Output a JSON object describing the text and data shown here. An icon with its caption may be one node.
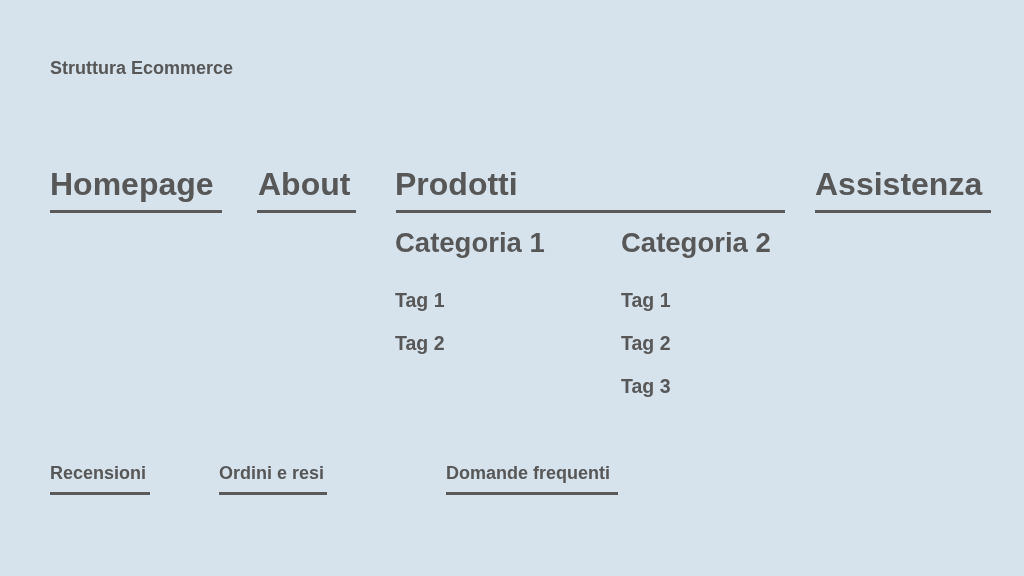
{
  "diagram": {
    "title": "Struttura Ecommerce",
    "labels": [
      "Homepage",
      "About",
      "Prodotti",
      "Assistenza",
      "Categoria 1",
      "Tag 1",
      "Tag 2",
      "Categoria 2",
      "Tag 1",
      "Tag 2",
      "Tag 3",
      "Recensioni",
      "Ordini e resi",
      "Domande frequenti"
    ]
  }
}
